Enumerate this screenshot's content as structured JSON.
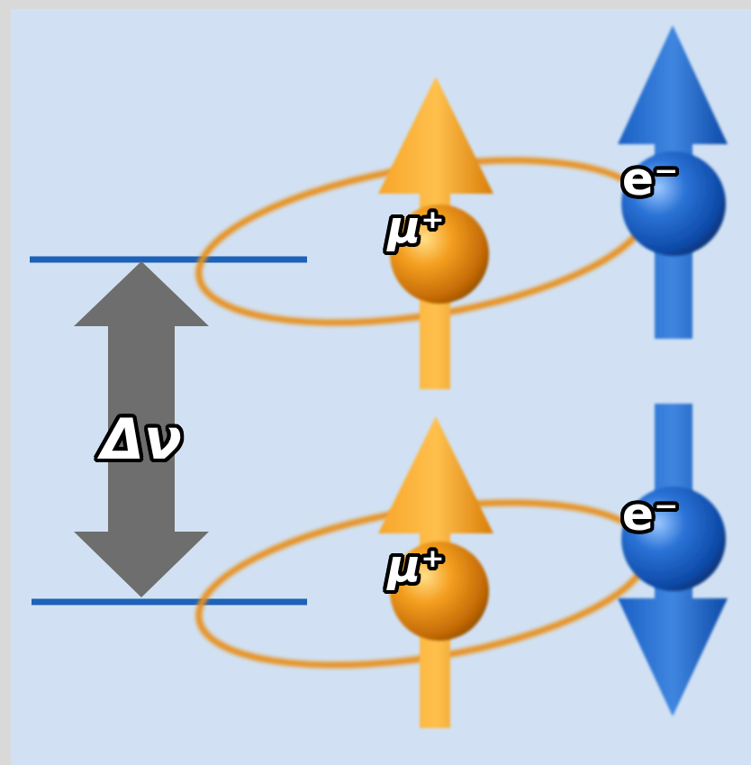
{
  "diagram": {
    "labels": [
      "e⁻",
      "μ⁺",
      "Δν",
      "e⁻",
      "μ⁺"
    ]
  }
}
